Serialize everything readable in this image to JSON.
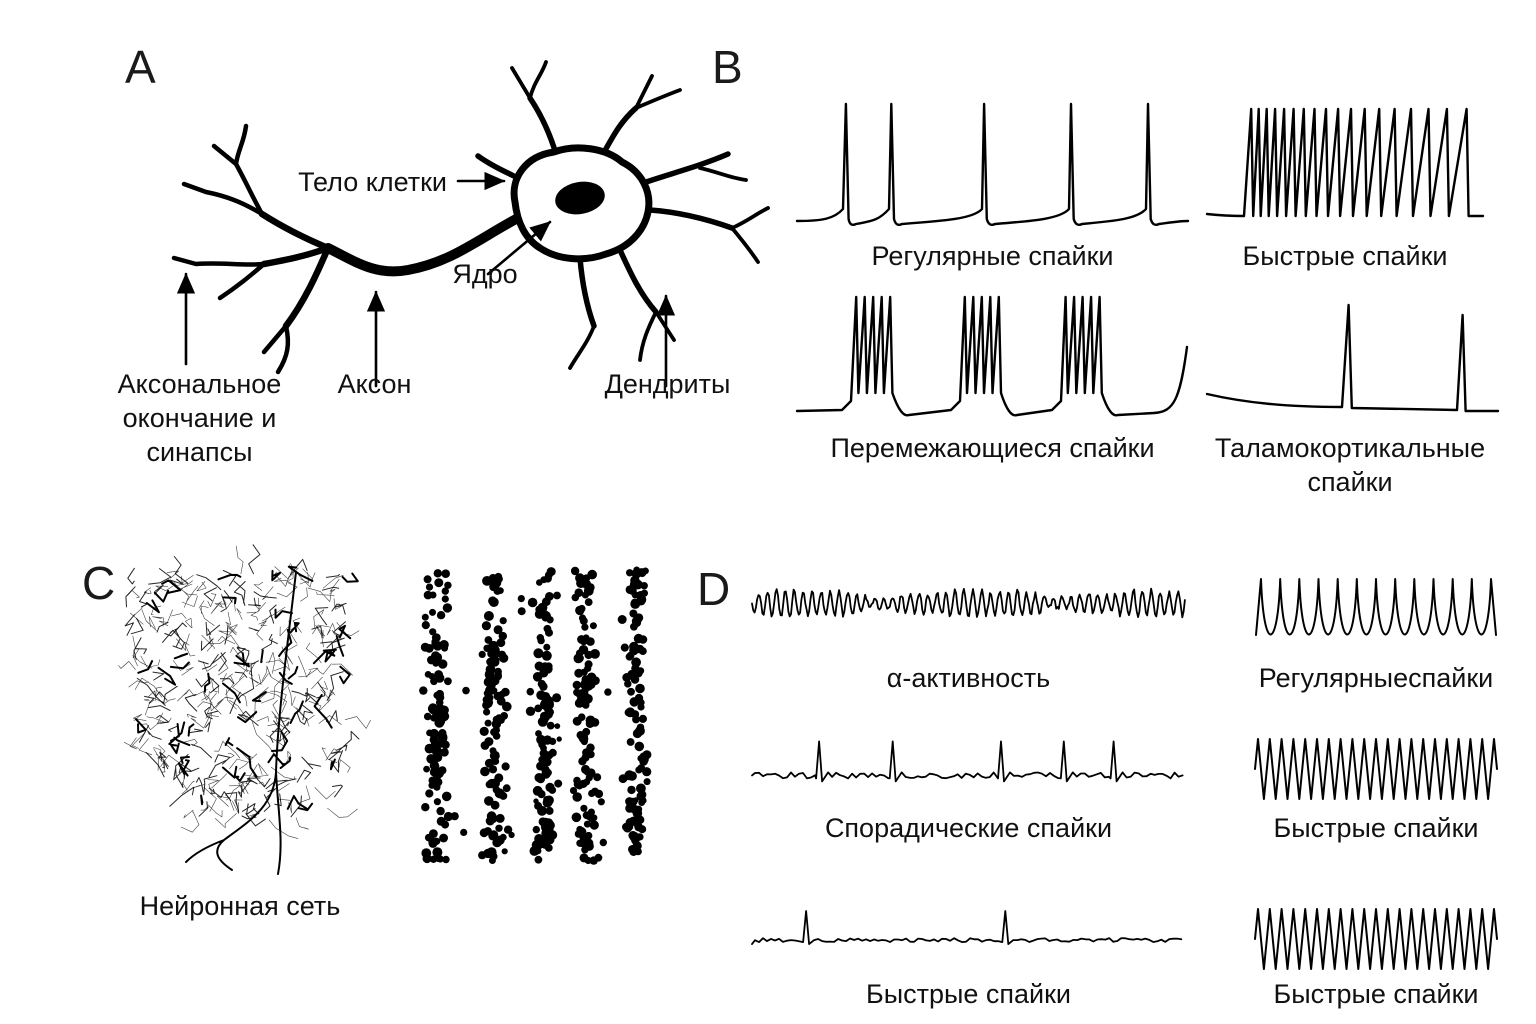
{
  "figure": {
    "background": "#ffffff",
    "ink": "#000000"
  },
  "panelA": {
    "letter": "A",
    "labels": {
      "cell_body": "Тело клетки",
      "nucleus": "Ядро",
      "axon_terminal": "Аксональное окончание и синапсы",
      "axon": "Аксон",
      "dendrites": "Дендриты"
    }
  },
  "panelB": {
    "letter": "B",
    "traces": [
      {
        "label": "Регулярные спайки",
        "kind": "regular",
        "stroke": 2.4
      },
      {
        "label": "Быстрые спайки",
        "kind": "fast",
        "stroke": 2.4
      },
      {
        "label": "Перемежающиеся спайки",
        "kind": "burst",
        "stroke": 2.4
      },
      {
        "label": "Таламокортикальные спайки",
        "kind": "sparse",
        "stroke": 2.4
      }
    ]
  },
  "panelC": {
    "letter": "C",
    "label": "Нейронная сеть"
  },
  "panelD": {
    "letter": "D",
    "traces": [
      {
        "label": "α-активность",
        "kind": "alpha",
        "seed": 11,
        "stroke": 1.8
      },
      {
        "label": "Регулярныеспайки",
        "kind": "regular_small",
        "stroke": 2.0
      },
      {
        "label": "Спорадические спайки",
        "kind": "sporadic",
        "seed": 23,
        "stroke": 1.8
      },
      {
        "label": "Быстрые спайки",
        "kind": "fast_small",
        "stroke": 2.0
      },
      {
        "label": "Быстрые спайки",
        "kind": "rare",
        "seed": 37,
        "stroke": 1.8
      },
      {
        "label": "Быстрые спайки",
        "kind": "fast_small",
        "stroke": 2.0
      }
    ]
  }
}
